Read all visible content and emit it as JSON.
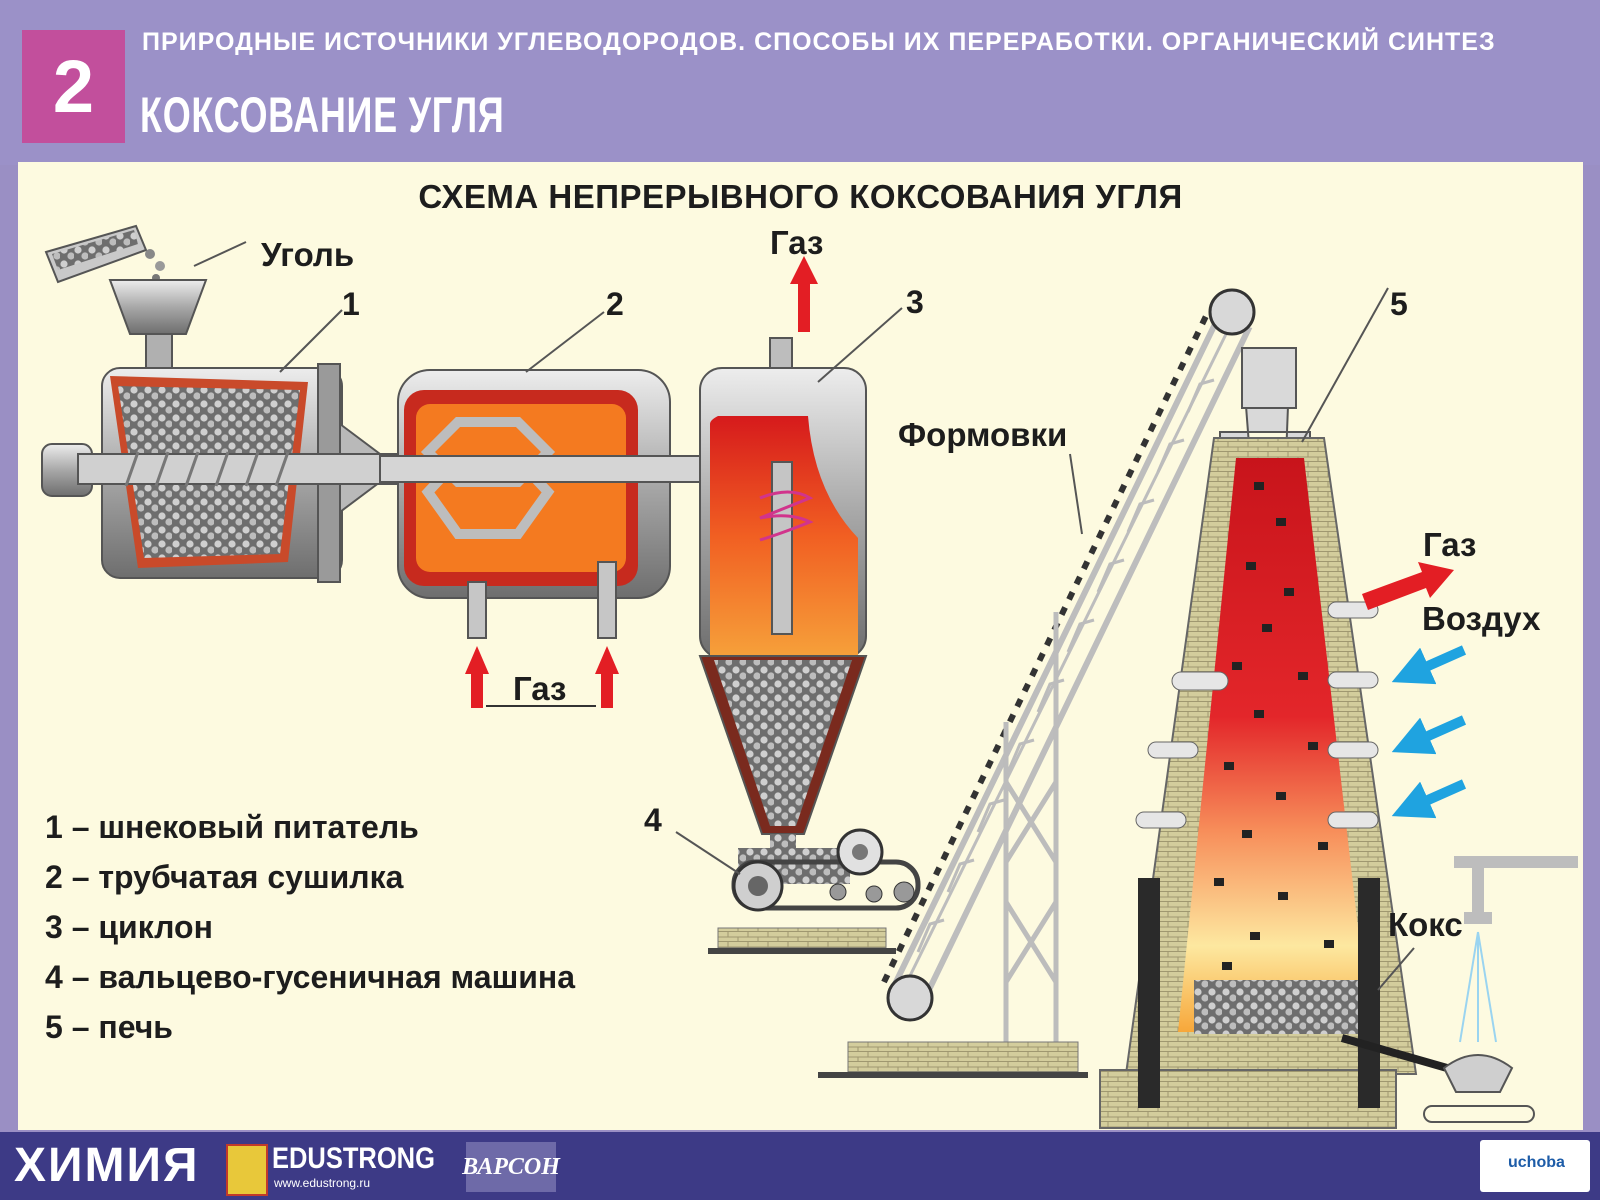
{
  "header": {
    "badge_number": "2",
    "supertitle": "ПРИРОДНЫЕ ИСТОЧНИКИ УГЛЕВОДОРОДОВ.  СПОСОБЫ ИХ ПЕРЕРАБОТКИ.  ОРГАНИЧЕСКИЙ СИНТЕЗ",
    "title": "КОКСОВАНИЕ УГЛЯ"
  },
  "diagram": {
    "title": "СХЕМА НЕПРЕРЫВНОГО КОКСОВАНИЯ УГЛЯ",
    "labels": {
      "coal": "Уголь",
      "gas_top": "Газ",
      "gas_bottom": "Газ",
      "moldings": "Формовки",
      "gas_furnace": "Газ",
      "air": "Воздух",
      "coke": "Кокс"
    },
    "numbers": [
      "1",
      "2",
      "3",
      "4",
      "5"
    ],
    "legend": [
      "1 – шнековый питатель",
      "2 – трубчатая сушилка",
      "3 – циклон",
      "4 – вальцево-гусеничная машина",
      "5 – печь"
    ],
    "colors": {
      "hot_red": "#d4151b",
      "orange": "#f47a20",
      "yellow": "#fbe592",
      "steel": "#a7a7a7",
      "arrow_red": "#e31e24",
      "arrow_blue": "#1fa3e0",
      "brick": "#c9c392"
    }
  },
  "footer": {
    "subject": "ХИМИЯ",
    "brand": "EDUSTRONG",
    "brand_site": "www.edustrong.ru",
    "publisher": "ВАРСОН",
    "edu_badge": "uchoba"
  }
}
